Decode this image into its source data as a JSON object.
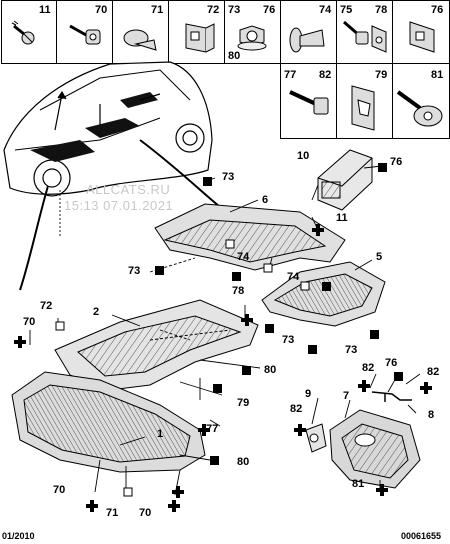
{
  "parts_header": {
    "row1": [
      "11",
      "70",
      "71",
      "72",
      "73",
      "76",
      "74",
      "75",
      "78",
      "76"
    ],
    "row1_extra": "80",
    "row2": [
      "77",
      "82",
      "79",
      "81"
    ]
  },
  "callouts": {
    "c1": "1",
    "c2": "2",
    "c5": "5",
    "c6": "6",
    "c7": "7",
    "c8": "8",
    "c9": "9",
    "c10": "10",
    "c11": "11",
    "c70a": "70",
    "c70b": "70",
    "c70c": "70",
    "c71": "71",
    "c72": "72",
    "c73a": "73",
    "c73b": "73",
    "c73c": "73",
    "c73d": "73",
    "c74a": "74",
    "c74b": "74",
    "c76a": "76",
    "c76b": "76",
    "c77": "77",
    "c78": "78",
    "c79": "79",
    "c80a": "80",
    "c80b": "80",
    "c81": "81",
    "c82a": "82",
    "c82b": "82",
    "c82c": "82"
  },
  "footer": {
    "date": "01/2010",
    "ref": "00061655"
  },
  "watermark": {
    "site": "ALLCATS.RU",
    "stamp": "15:13 07.01.2021"
  }
}
